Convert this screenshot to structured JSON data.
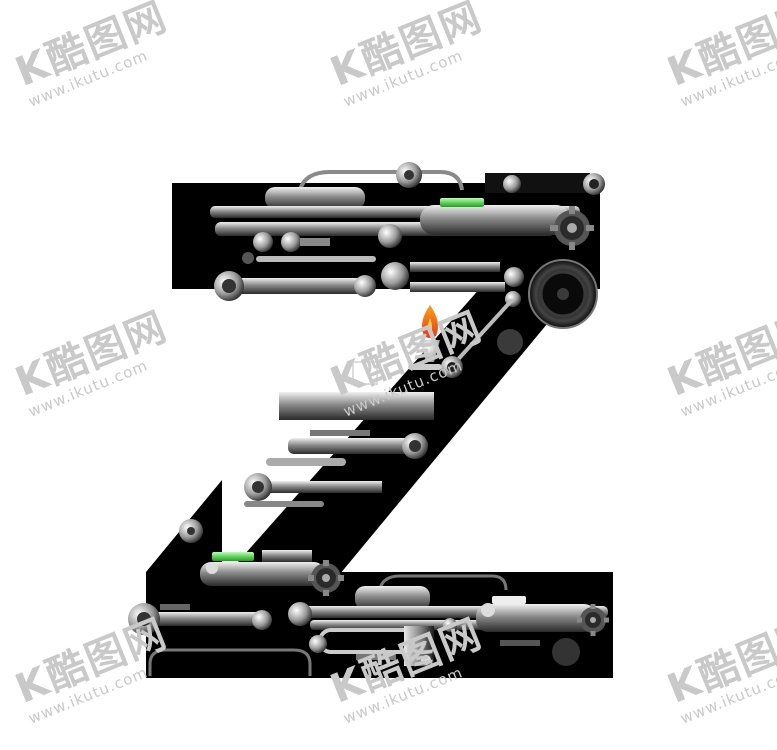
{
  "watermark": {
    "logo_text": "K酷图网",
    "url_text": "www.ikutu.com"
  },
  "colors": {
    "letter_fill": "#000000",
    "metal_light": "#e6e6e6",
    "metal_mid": "#9a9a9a",
    "metal_dark": "#3c3c3c",
    "indicator_green": "#3ddc3a",
    "flame_red": "#e8391b",
    "flame_orange": "#f7a21a",
    "watermark_gray": "#c9c9c9"
  },
  "art": {
    "letter": "Z",
    "icons": [
      "gear-icon",
      "speaker-icon",
      "flame-icon",
      "bolt-icon",
      "pipe-icon"
    ]
  }
}
